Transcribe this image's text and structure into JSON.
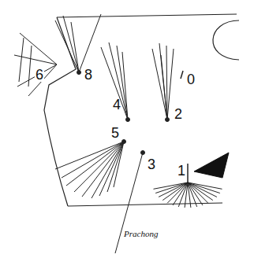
{
  "diagram": {
    "labels": [
      "6",
      "8",
      "4",
      "0",
      "2",
      "5",
      "3",
      "1",
      "Prachong"
    ]
  }
}
